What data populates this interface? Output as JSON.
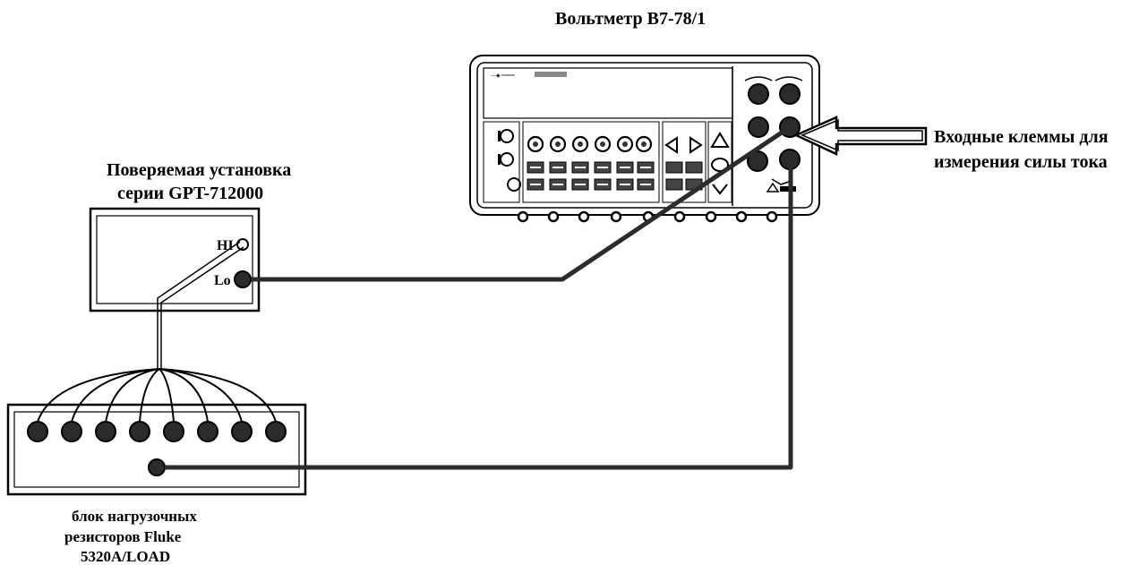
{
  "voltmeter": {
    "title": "Вольтметр В7-78/1"
  },
  "device": {
    "title_line1": "Поверяемая установка",
    "title_line2": "серии GPT-712000",
    "terminal_hi": "HI",
    "terminal_lo": "Lo"
  },
  "resistors": {
    "caption_line1": "блок нагрузочных",
    "caption_line2": "резисторов Fluke",
    "caption_line3": "5320A/LOAD"
  },
  "annotation": {
    "line1": "Входные клеммы для",
    "line2": "измерения силы тока"
  },
  "colors": {
    "wire": "#2b2b2b",
    "ink": "#000000",
    "arrow_fill": "#ffffff"
  }
}
